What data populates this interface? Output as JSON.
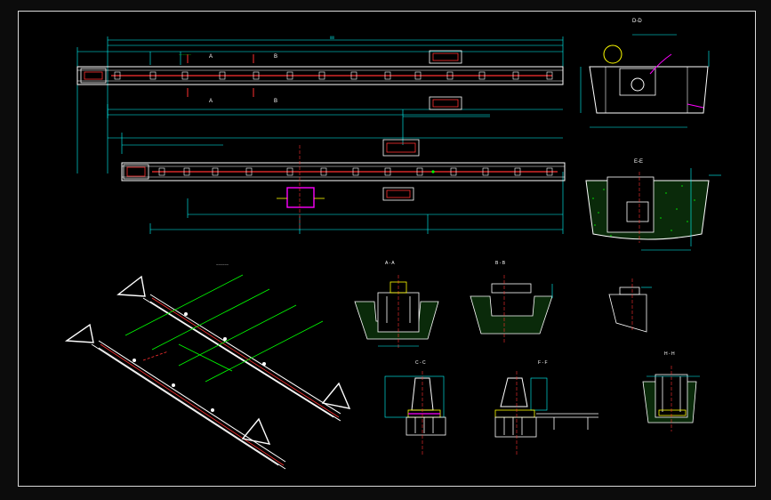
{
  "drawing": {
    "background": "#000000",
    "colors": {
      "frame": "#ffffff",
      "beam": "#ffffff",
      "dimension": "#00ffff",
      "centerline": "#ff3030",
      "rail": "#ff3030",
      "plate": "#ffff00",
      "anchor": "#00ff00",
      "highlight": "#ff00ff",
      "soil": "#00c000"
    },
    "top_beam": {
      "section_marks": [
        "A",
        "A",
        "B",
        "B"
      ],
      "note_green": "~~~~~~"
    },
    "views": {
      "D-D": "D-D",
      "E-E": "E-E",
      "A-A": "A - A",
      "B-B": "B - B",
      "C-C": "C - C",
      "F-F": "F - F",
      "H-H": "H - H"
    },
    "iso_note": "~~~~~~"
  }
}
